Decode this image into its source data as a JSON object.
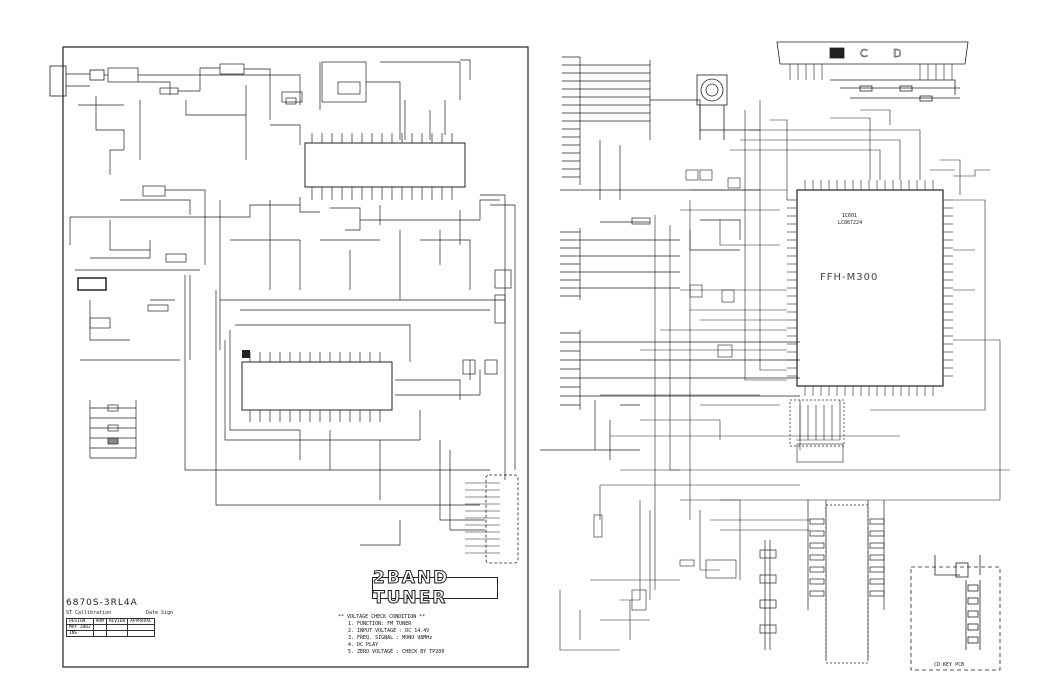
{
  "diagram": {
    "title": "2BAND TUNER",
    "model": "6870S-3RL4A",
    "model_sub": "ST Callibration",
    "model_sub2": "Date  Sign",
    "chip_main_name": "FFH-M300",
    "chip_main_ref": "IC601",
    "chip_main_part": "LC867224",
    "lcd_label": "LCD",
    "key_pcb_label": "CD KEY PCB",
    "notes_header": "** VOLTAGE CHECK CONDITION **",
    "notes": [
      "1. FUNCTION: FM TUNER",
      "2. INPUT VOLTAGE : DC 14.4V",
      "3. FREQ. SIGNAL : MONO 98MHz",
      "4. DC PLAY",
      "5. ZERO VOLTAGE : CHECK BY TP200"
    ],
    "table_rows": [
      [
        "DESIGN",
        "ARM",
        "REVIEW",
        "APPROVAL"
      ],
      [
        "MAY 2002",
        "",
        "",
        ""
      ],
      [
        "INS",
        "",
        "",
        ""
      ]
    ]
  }
}
